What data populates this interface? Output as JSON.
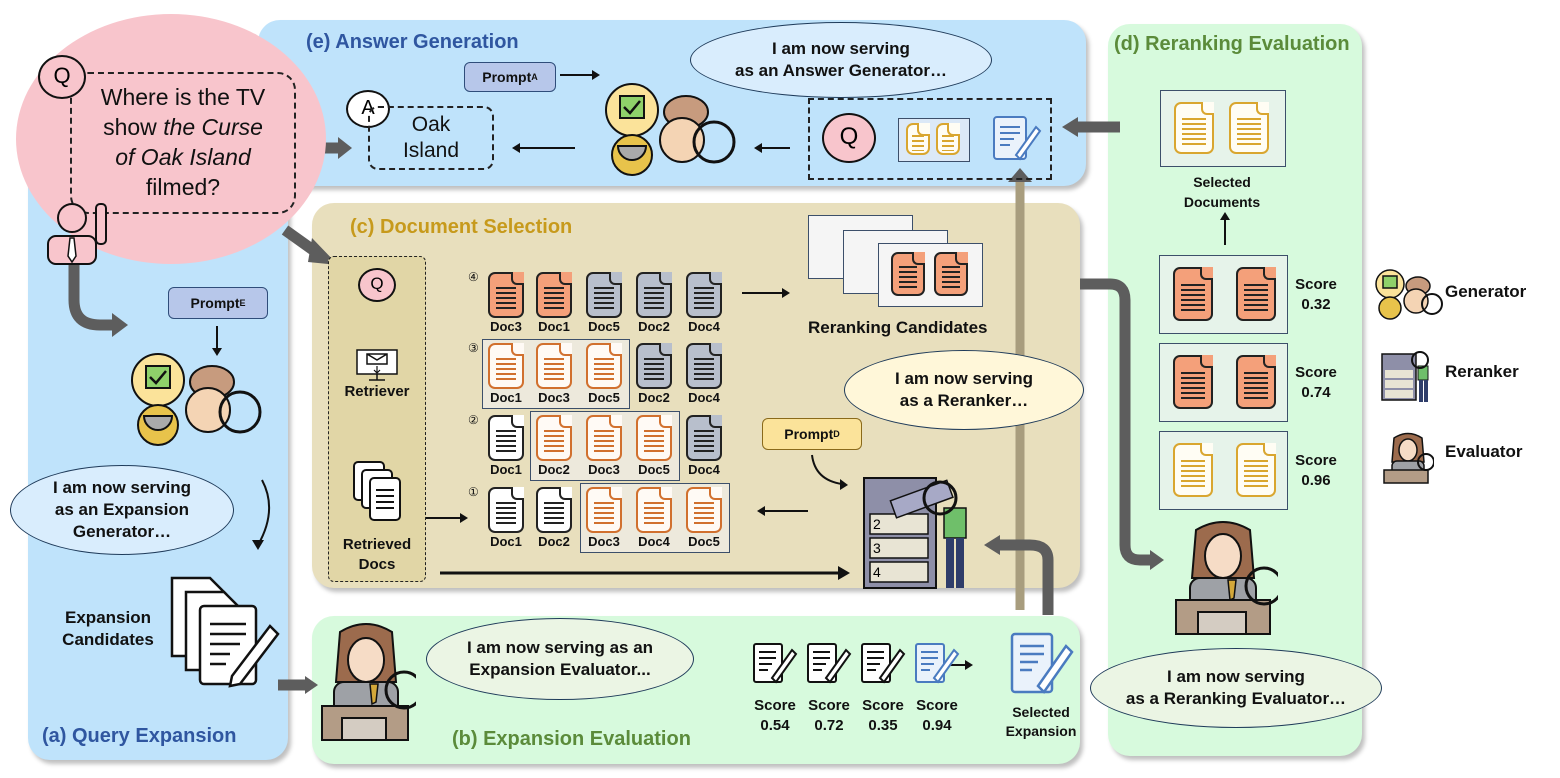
{
  "panels": {
    "answer_generation": {
      "title": "(e) Answer Generation",
      "prompt": "Prompt",
      "prompt_sub": "A",
      "bubble_line1": "I am now serving",
      "bubble_line2": "as an Answer Generator…",
      "answer_line1": "Oak",
      "answer_line2": "Island",
      "answer_badge": "A",
      "query_badge": "Q"
    },
    "query_expansion": {
      "title": "(a) Query Expansion",
      "prompt": "Prompt",
      "prompt_sub": "E",
      "bubble_line1": "I am now serving",
      "bubble_line2": "as an Expansion",
      "bubble_line3": "Generator…",
      "candidates_line1": "Expansion",
      "candidates_line2": "Candidates"
    },
    "document_selection": {
      "title": "(c) Document Selection",
      "query_badge": "Q",
      "retriever_label": "Retriever",
      "retrieved_line1": "Retrieved",
      "retrieved_line2": "Docs",
      "reranking_candidates_label": "Reranking Candidates",
      "prompt": "Prompt",
      "prompt_sub": "D",
      "bubble_line1": "I am now serving",
      "bubble_line2": "as a Reranker…",
      "rows": [
        {
          "step": "④",
          "docs": [
            {
              "label": "Doc3",
              "style": "orange"
            },
            {
              "label": "Doc1",
              "style": "orange"
            },
            {
              "label": "Doc5",
              "style": "grey"
            },
            {
              "label": "Doc2",
              "style": "grey"
            },
            {
              "label": "Doc4",
              "style": "grey"
            }
          ]
        },
        {
          "step": "③",
          "docs": [
            {
              "label": "Doc1",
              "style": "outline-orange"
            },
            {
              "label": "Doc3",
              "style": "outline-orange"
            },
            {
              "label": "Doc5",
              "style": "outline-orange"
            },
            {
              "label": "Doc2",
              "style": "grey"
            },
            {
              "label": "Doc4",
              "style": "grey"
            }
          ]
        },
        {
          "step": "②",
          "docs": [
            {
              "label": "Doc1",
              "style": "white"
            },
            {
              "label": "Doc2",
              "style": "outline-orange"
            },
            {
              "label": "Doc3",
              "style": "outline-orange"
            },
            {
              "label": "Doc5",
              "style": "outline-orange"
            },
            {
              "label": "Doc4",
              "style": "grey"
            }
          ]
        },
        {
          "step": "①",
          "docs": [
            {
              "label": "Doc1",
              "style": "white"
            },
            {
              "label": "Doc2",
              "style": "white"
            },
            {
              "label": "Doc3",
              "style": "outline-orange"
            },
            {
              "label": "Doc4",
              "style": "outline-orange"
            },
            {
              "label": "Doc5",
              "style": "outline-orange"
            }
          ]
        }
      ]
    },
    "expansion_evaluation": {
      "title": "(b) Expansion Evaluation",
      "bubble_line1": "I am now serving as an",
      "bubble_line2": "Expansion Evaluator...",
      "scores": [
        {
          "label": "Score",
          "value": "0.54"
        },
        {
          "label": "Score",
          "value": "0.72"
        },
        {
          "label": "Score",
          "value": "0.35"
        },
        {
          "label": "Score",
          "value": "0.94"
        }
      ],
      "selected_line1": "Selected",
      "selected_line2": "Expansion"
    },
    "reranking_evaluation": {
      "title": "(d) Reranking Evaluation",
      "selected_line1": "Selected",
      "selected_line2": "Documents",
      "candidates": [
        {
          "label": "Score",
          "value": "0.32",
          "style": "orange"
        },
        {
          "label": "Score",
          "value": "0.74",
          "style": "orange"
        },
        {
          "label": "Score",
          "value": "0.96",
          "style": "outline-gold"
        }
      ],
      "bubble_line1": "I am now serving",
      "bubble_line2": "as a Reranking Evaluator…"
    }
  },
  "question": {
    "badge": "Q",
    "line1": "Where is the TV",
    "line2_pre": "show ",
    "line2_em": "the Curse",
    "line3_em": "of Oak Island",
    "line4": "filmed?"
  },
  "legend": [
    {
      "icon": "generator-icon",
      "label": "Generator"
    },
    {
      "icon": "reranker-icon",
      "label": "Reranker"
    },
    {
      "icon": "evaluator-icon",
      "label": "Evaluator"
    }
  ],
  "colors": {
    "blue_panel": "#bfe3fb",
    "tan_panel": "#e8dfbd",
    "green_panel": "#d7fadd",
    "question_bubble": "#f8c5cc",
    "arrow_gray": "#5d5d5d",
    "doc_orange": "#f4a07a",
    "doc_grey": "#b8bfcc"
  }
}
